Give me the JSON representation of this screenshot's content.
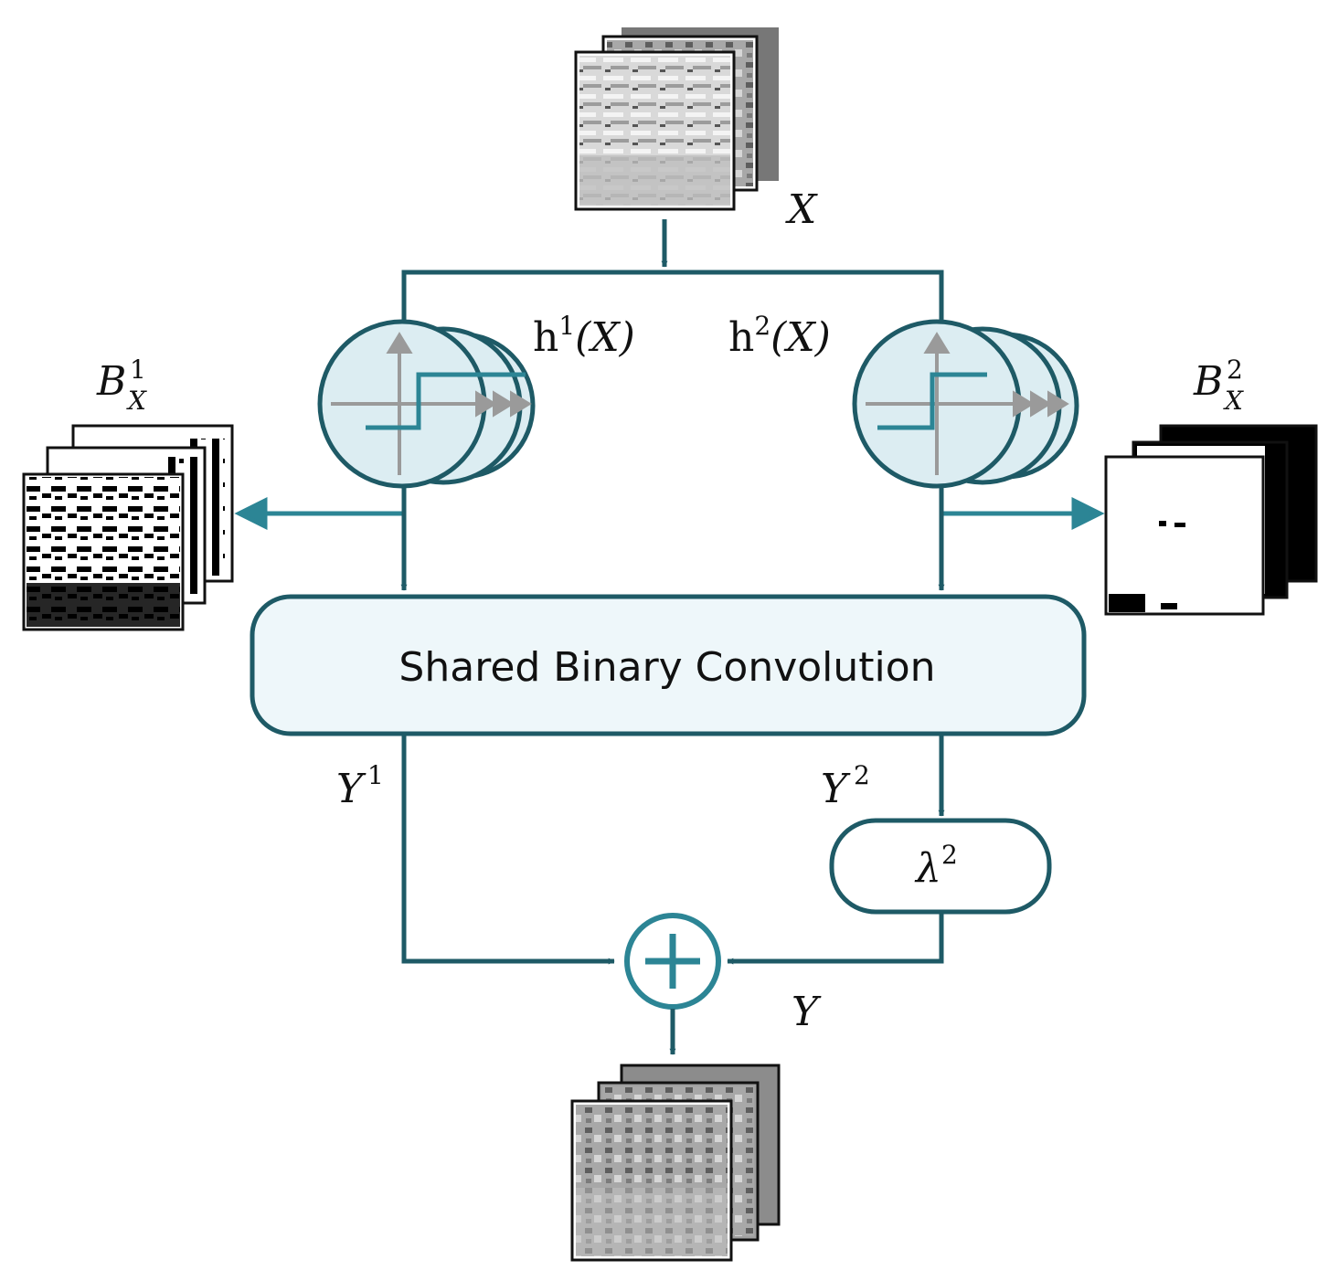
{
  "colors": {
    "line": "#1e5a66",
    "accent": "#2c8595",
    "circle_fill": "#dcedf2",
    "box_fill": "#eef7fa",
    "axis": "#9a9a9a"
  },
  "labels": {
    "input_var": "X",
    "h1_letter": "h",
    "h1_sup": "1",
    "h1_arg": "(X)",
    "h2_letter": "h",
    "h2_sup": "2",
    "h2_arg": "(X)",
    "b1_letter": "B",
    "b1_sup": "1",
    "b1_sub": "X",
    "b2_letter": "B",
    "b2_sup": "2",
    "b2_sub": "X",
    "conv_block": "Shared Binary Convolution",
    "y1_letter": "Y",
    "y1_sup": "1",
    "y2_letter": "Y",
    "y2_sup": "2",
    "lambda_letter": "λ",
    "lambda_sup": "2",
    "output_var": "Y"
  },
  "icons": [
    "binarization-function-icon",
    "binarization-function-icon",
    "add-icon"
  ]
}
